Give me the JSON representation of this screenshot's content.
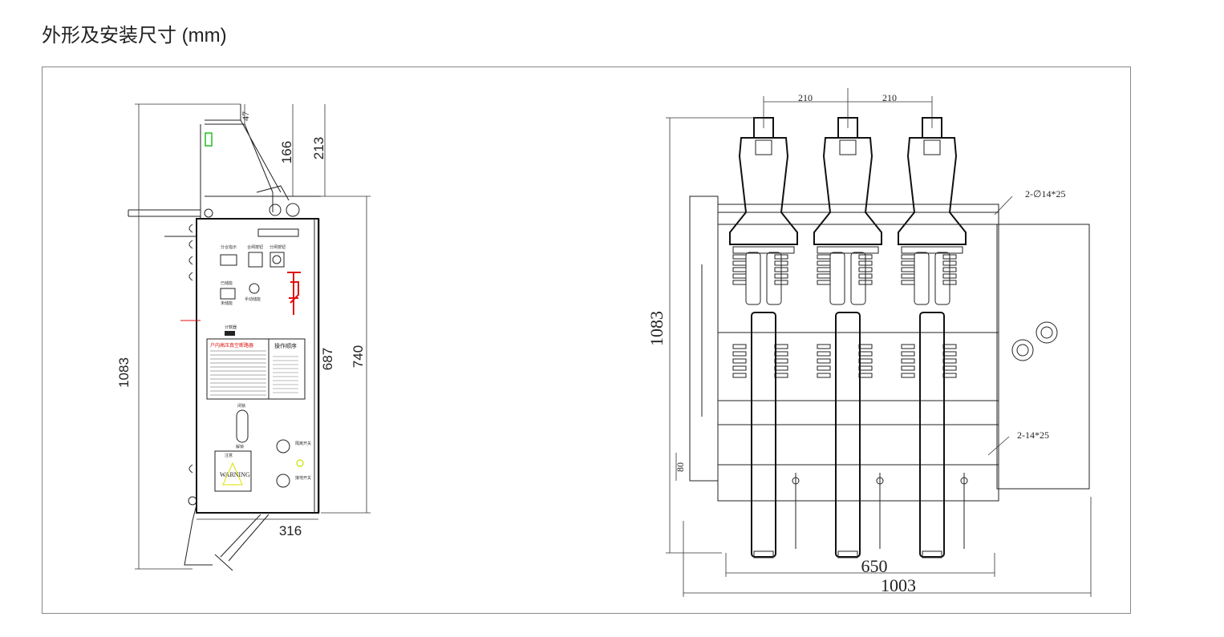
{
  "title": "外形及安装尺寸 (mm)",
  "side_view": {
    "dims": {
      "d47": "47",
      "d166": "166",
      "d213": "213",
      "d687": "687",
      "d740": "740",
      "d1083": "1083",
      "d316": "316"
    },
    "panel_labels": {
      "indicator": "分合指示",
      "close_btn": "合闸按钮",
      "open_btn": "分闸按钮",
      "charged": "已储能",
      "discharged": "未储能",
      "manual": "手动储能",
      "counter": "计数器",
      "nameplate": "户内高压真空断路器",
      "sequence": "操作顺序",
      "locking": "闭锁",
      "unlocking": "解锁",
      "warning_cn": "注意",
      "warning": "WARNING",
      "isolator": "隔离开关",
      "earthing": "接地开关"
    }
  },
  "front_view": {
    "dims": {
      "pitch1": "210",
      "pitch2": "210",
      "hole_top": "2-∅14*25",
      "hole_bottom": "2-14*25",
      "height": "1083",
      "d80": "80",
      "d650": "650",
      "d1003": "1003"
    }
  },
  "colors": {
    "line": "#222222",
    "red": "#e01010",
    "yellow": "#e0e000",
    "green": "#20c020"
  }
}
